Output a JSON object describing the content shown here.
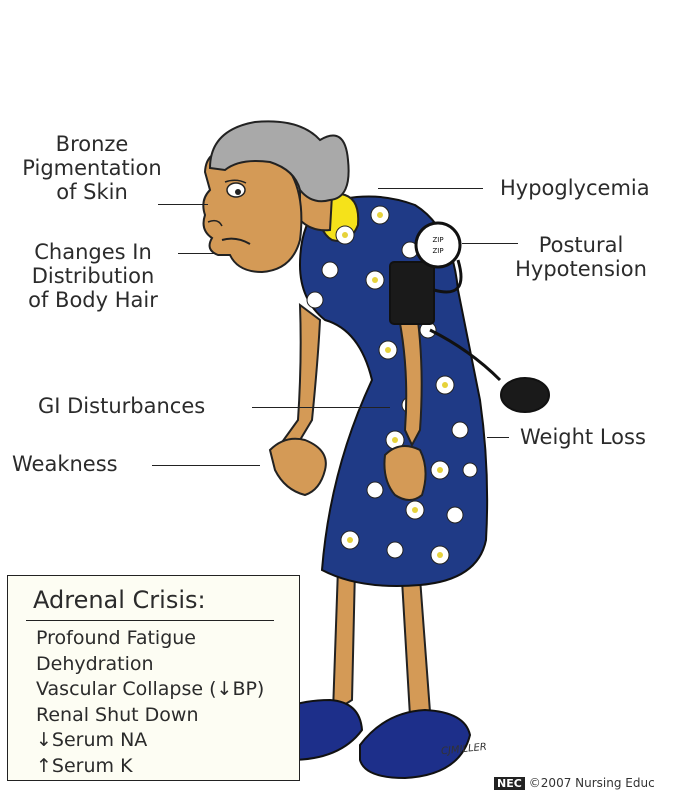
{
  "labels": {
    "bronze": [
      "Bronze",
      "Pigmentation",
      "of Skin"
    ],
    "body_hair": [
      "Changes In",
      "Distribution",
      "of Body Hair"
    ],
    "gi": "GI Disturbances",
    "weakness": "Weakness",
    "hypoglycemia": "Hypoglycemia",
    "postural": [
      "Postural",
      "Hypotension"
    ],
    "weight_loss": "Weight Loss"
  },
  "crisis": {
    "title": "Adrenal Crisis:",
    "items": [
      "Profound Fatigue",
      "Dehydration",
      "Vascular Collapse (↓BP)",
      "Renal Shut Down",
      "↓Serum NA",
      "↑Serum K"
    ]
  },
  "gauge_text": [
    "ZIP",
    "ZIP"
  ],
  "signature": "CJMILLER",
  "credit": {
    "logo": "NEC",
    "text": "©2007 Nursing Educ"
  },
  "colors": {
    "dress": "#1f3a86",
    "skin": "#d49a56",
    "hair": "#a9a9a9",
    "collar": "#f5e21a",
    "shoes": "#1d2f8a",
    "cuff": "#1a1a1a"
  }
}
